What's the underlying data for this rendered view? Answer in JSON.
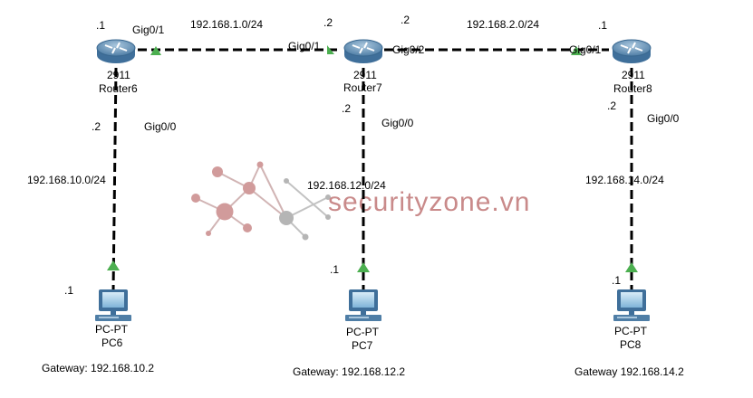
{
  "topology": {
    "networks": {
      "r6_r7": "192.168.1.0/24",
      "r7_r8": "192.168.2.0/24",
      "r6_pc6": "192.168.10.0/24",
      "r7_pc7": "192.168.12.0/24",
      "r8_pc8": "192.168.14.0/24"
    },
    "routers": [
      {
        "model": "2911",
        "name": "Router6",
        "host_top": ".1",
        "if_top": "Gig0/1",
        "host_bottom": ".2",
        "if_bottom": "Gig0/0"
      },
      {
        "model": "2911",
        "name": "Router7",
        "host_top_left": ".2",
        "host_top_right": ".2",
        "if_left": "Gig0/1",
        "if_right": "Gig0/2",
        "host_bottom": ".2",
        "if_bottom": "Gig0/0"
      },
      {
        "model": "2911",
        "name": "Router8",
        "host_top": ".1",
        "if_top": "Gig0/1",
        "host_bottom": ".2",
        "if_bottom": "Gig0/0"
      }
    ],
    "pcs": [
      {
        "model": "PC-PT",
        "name": "PC6",
        "host": ".1",
        "gateway": "Gateway: 192.168.10.2"
      },
      {
        "model": "PC-PT",
        "name": "PC7",
        "host": ".1",
        "gateway": "Gateway: 192.168.12.2"
      },
      {
        "model": "PC-PT",
        "name": "PC8",
        "host": ".1",
        "gateway": "Gateway 192.168.14.2"
      }
    ]
  },
  "watermark": {
    "text": "securityzone.vn",
    "color": "#c98a8a"
  },
  "colors": {
    "link": "#000000",
    "port_up": "#4caf50",
    "router_body": "#6f97b8",
    "pc_body": "#3f6f9a"
  }
}
